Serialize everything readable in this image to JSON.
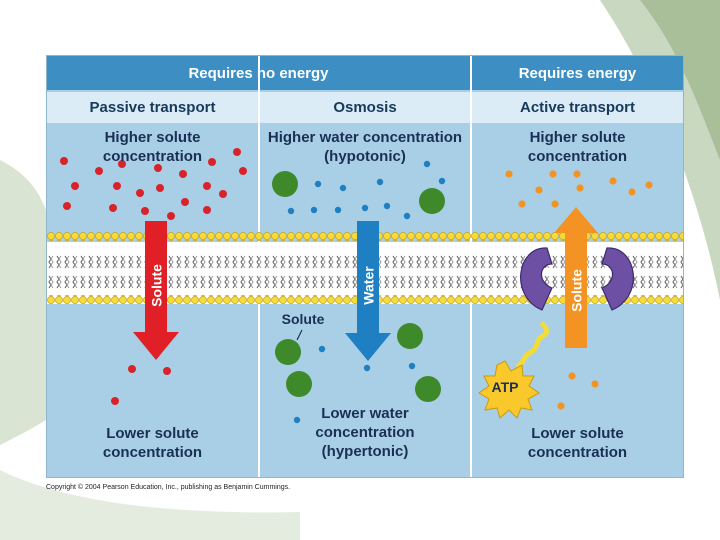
{
  "header": {
    "no_energy": "Requires no energy",
    "energy": "Requires energy"
  },
  "columns": {
    "passive": {
      "title": "Passive transport",
      "top_label_1": "Higher solute",
      "top_label_2": "concentration",
      "arrow_label": "Solute",
      "bottom_label_1": "Lower solute",
      "bottom_label_2": "concentration"
    },
    "osmosis": {
      "title": "Osmosis",
      "top_label_1": "Higher water concentration",
      "top_label_2": "(hypotonic)",
      "arrow_label": "Water",
      "solute_label": "Solute",
      "bottom_label_1": "Lower water",
      "bottom_label_2": "concentration",
      "bottom_label_3": "(hypertonic)"
    },
    "active": {
      "title": "Active transport",
      "top_label_1": "Higher solute",
      "top_label_2": "concentration",
      "arrow_label": "Solute",
      "atp_label": "ATP",
      "bottom_label_1": "Lower solute",
      "bottom_label_2": "concentration"
    }
  },
  "copyright": "Copyright © 2004 Pearson Education, Inc., publishing as Benjamin Cummings.",
  "colors": {
    "header": "#3c8ec3",
    "subheader": "#dcecf6",
    "background": "#a9cfe6",
    "solute_red": "#d8232a",
    "water_blue": "#1f7fc3",
    "large_solute_green": "#3e8a2a",
    "active_orange": "#f39323",
    "pump_purple": "#6d4fa3",
    "lipid_head": "#f3dc3a"
  }
}
